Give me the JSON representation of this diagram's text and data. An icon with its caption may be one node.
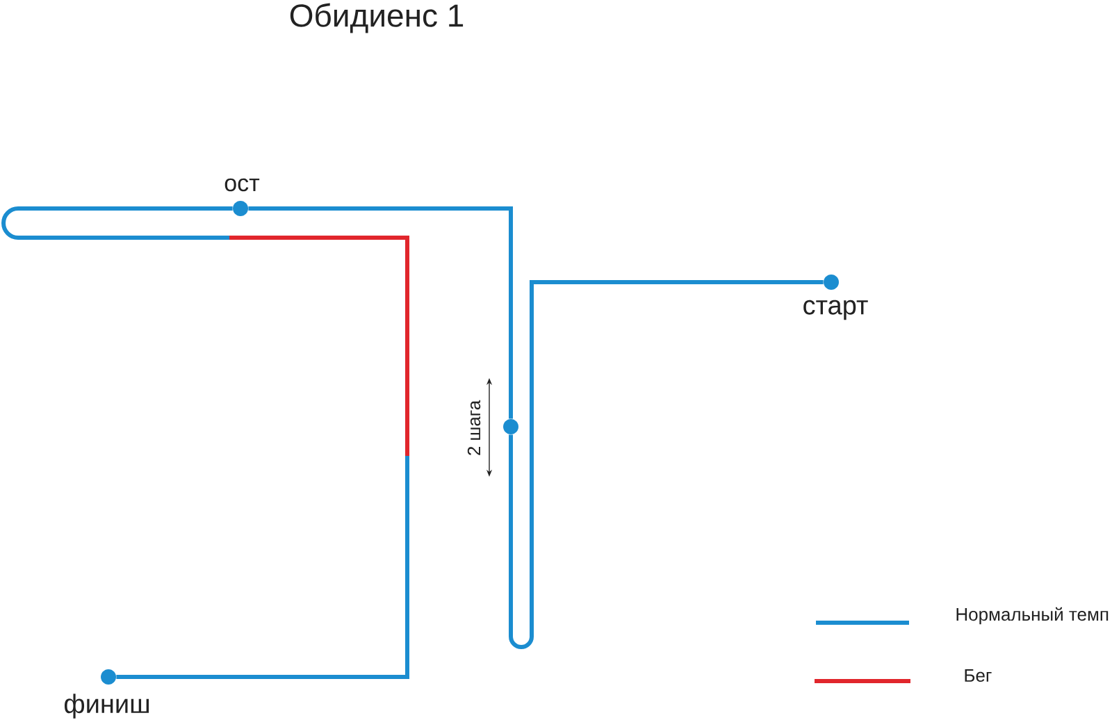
{
  "diagram": {
    "title": "Обидиенс 1",
    "nodes": [
      {
        "text": [],
        "shape": "circle",
        "beside": [
          "ост"
        ]
      },
      {
        "text": [],
        "shape": "circle",
        "beside": [
          "старт"
        ]
      },
      {
        "text": [],
        "shape": "circle"
      },
      {
        "text": [],
        "shape": "circle",
        "beside": [
          "финиш"
        ]
      }
    ],
    "edges": [
      {
        "from": 1,
        "to": 2,
        "arrow": "none"
      },
      {
        "from": 2,
        "to": 0,
        "arrow": "none"
      },
      {
        "from": 0,
        "to": 3,
        "arrow": "none"
      }
    ],
    "labels": [
      "2 шага"
    ],
    "legend": [
      {
        "text": "Нормальный темп",
        "color": "#1b8dd0"
      },
      {
        "text": "Бег",
        "color": "#e1262c"
      }
    ]
  }
}
